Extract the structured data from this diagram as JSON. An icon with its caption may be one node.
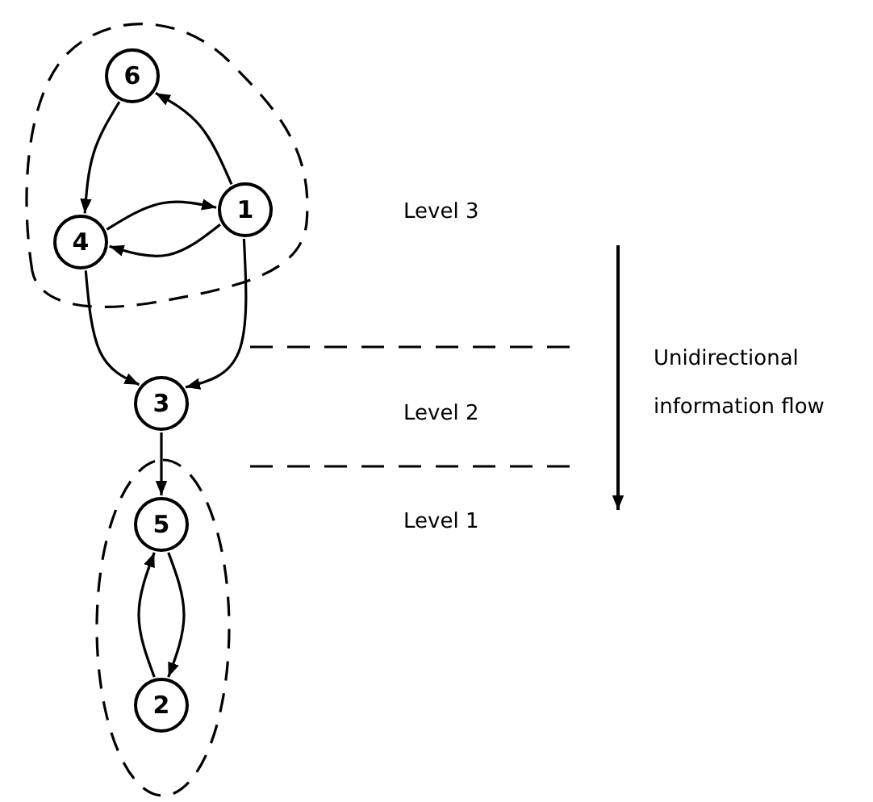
{
  "diagram": {
    "nodes": [
      {
        "text": [],
        "shape": "blob"
      },
      {
        "text": [
          "6"
        ],
        "in": 0
      },
      {
        "text": [
          "1"
        ],
        "in": 0
      },
      {
        "text": [
          "4"
        ],
        "in": 0
      },
      {
        "text": [
          "3"
        ]
      },
      {
        "text": [],
        "shape": "ellipse"
      },
      {
        "text": [
          "5"
        ],
        "in": 5
      },
      {
        "text": [
          "2"
        ],
        "in": 5
      }
    ],
    "edges": [
      {
        "from": 1,
        "to": 3,
        "arrow": "to"
      },
      {
        "from": 2,
        "to": 1,
        "arrow": "to"
      },
      {
        "from": 3,
        "to": 2,
        "arrow": "to"
      },
      {
        "from": 2,
        "to": 3,
        "arrow": "to"
      },
      {
        "from": 3,
        "to": 4,
        "arrow": "to"
      },
      {
        "from": 2,
        "to": 4,
        "arrow": "to"
      },
      {
        "from": 4,
        "to": 6,
        "arrow": "to"
      },
      {
        "from": 6,
        "to": 7,
        "arrow": "to"
      },
      {
        "from": 7,
        "to": 6,
        "arrow": "to"
      }
    ],
    "labels": [
      "Level 3",
      "Level 2",
      "Level 1",
      "Unidirectional information flow"
    ]
  }
}
